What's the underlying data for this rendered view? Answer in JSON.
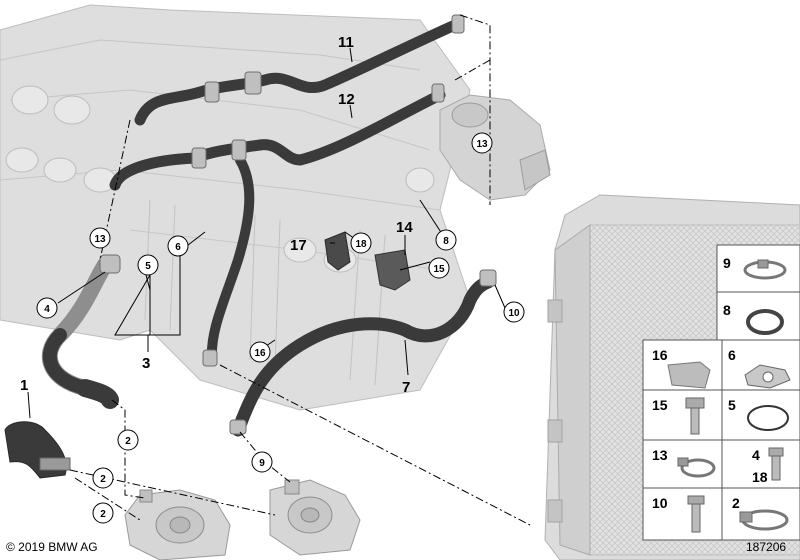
{
  "callouts": {
    "c1": "1",
    "c2a": "2",
    "c2b": "2",
    "c2c": "2",
    "c3": "3",
    "c4": "4",
    "c5": "5",
    "c6": "6",
    "c7": "7",
    "c8": "8",
    "c9": "9",
    "c10": "10",
    "c11": "11",
    "c12": "12",
    "c13a": "13",
    "c13b": "13",
    "c14": "14",
    "c15": "15",
    "c16": "16",
    "c17": "17",
    "c18": "18"
  },
  "legend": [
    {
      "label": "9",
      "part": "hose-clamp"
    },
    {
      "label": "8",
      "part": "sealing-ring"
    },
    {
      "label": "16",
      "part": "clip"
    },
    {
      "label": "6",
      "part": "flange-gasket"
    },
    {
      "label": "15",
      "part": "hex-bolt"
    },
    {
      "label": "5",
      "part": "o-ring"
    },
    {
      "label": "13",
      "part": "clamp"
    },
    {
      "label": "4",
      "part": "bolt"
    },
    {
      "label": "18",
      "part": "bolt"
    },
    {
      "label": "10",
      "part": "screw"
    },
    {
      "label": "2",
      "part": "hose-clamp"
    }
  ],
  "footer": {
    "copyright": "© 2019 BMW AG",
    "diagram_id": "187206"
  },
  "colors": {
    "hose": "#3c3c3c",
    "engine": "#d9d9d9",
    "engine_line": "#b4b4b4",
    "radiator": "#dedede",
    "legend_border": "#555555",
    "part": "#8a8a8a"
  }
}
